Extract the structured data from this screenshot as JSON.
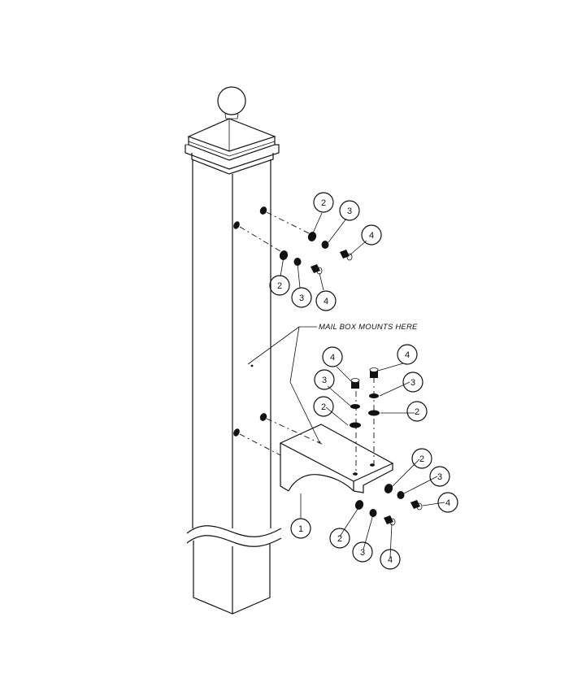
{
  "note": {
    "text": "MAIL BOX MOUNTS HERE"
  },
  "callouts": [
    {
      "id": "c1",
      "label": "2"
    },
    {
      "id": "c2",
      "label": "3"
    },
    {
      "id": "c3",
      "label": "4"
    },
    {
      "id": "c4",
      "label": "2"
    },
    {
      "id": "c5",
      "label": "3"
    },
    {
      "id": "c6",
      "label": "4"
    },
    {
      "id": "c7",
      "label": "4"
    },
    {
      "id": "c8",
      "label": "3"
    },
    {
      "id": "c9",
      "label": "2"
    },
    {
      "id": "c10",
      "label": "4"
    },
    {
      "id": "c11",
      "label": "3"
    },
    {
      "id": "c12",
      "label": "2"
    },
    {
      "id": "c13",
      "label": "2"
    },
    {
      "id": "c14",
      "label": "3"
    },
    {
      "id": "c15",
      "label": "4"
    },
    {
      "id": "c16",
      "label": "1"
    },
    {
      "id": "c17",
      "label": "2"
    },
    {
      "id": "c18",
      "label": "3"
    },
    {
      "id": "c19",
      "label": "4"
    }
  ]
}
